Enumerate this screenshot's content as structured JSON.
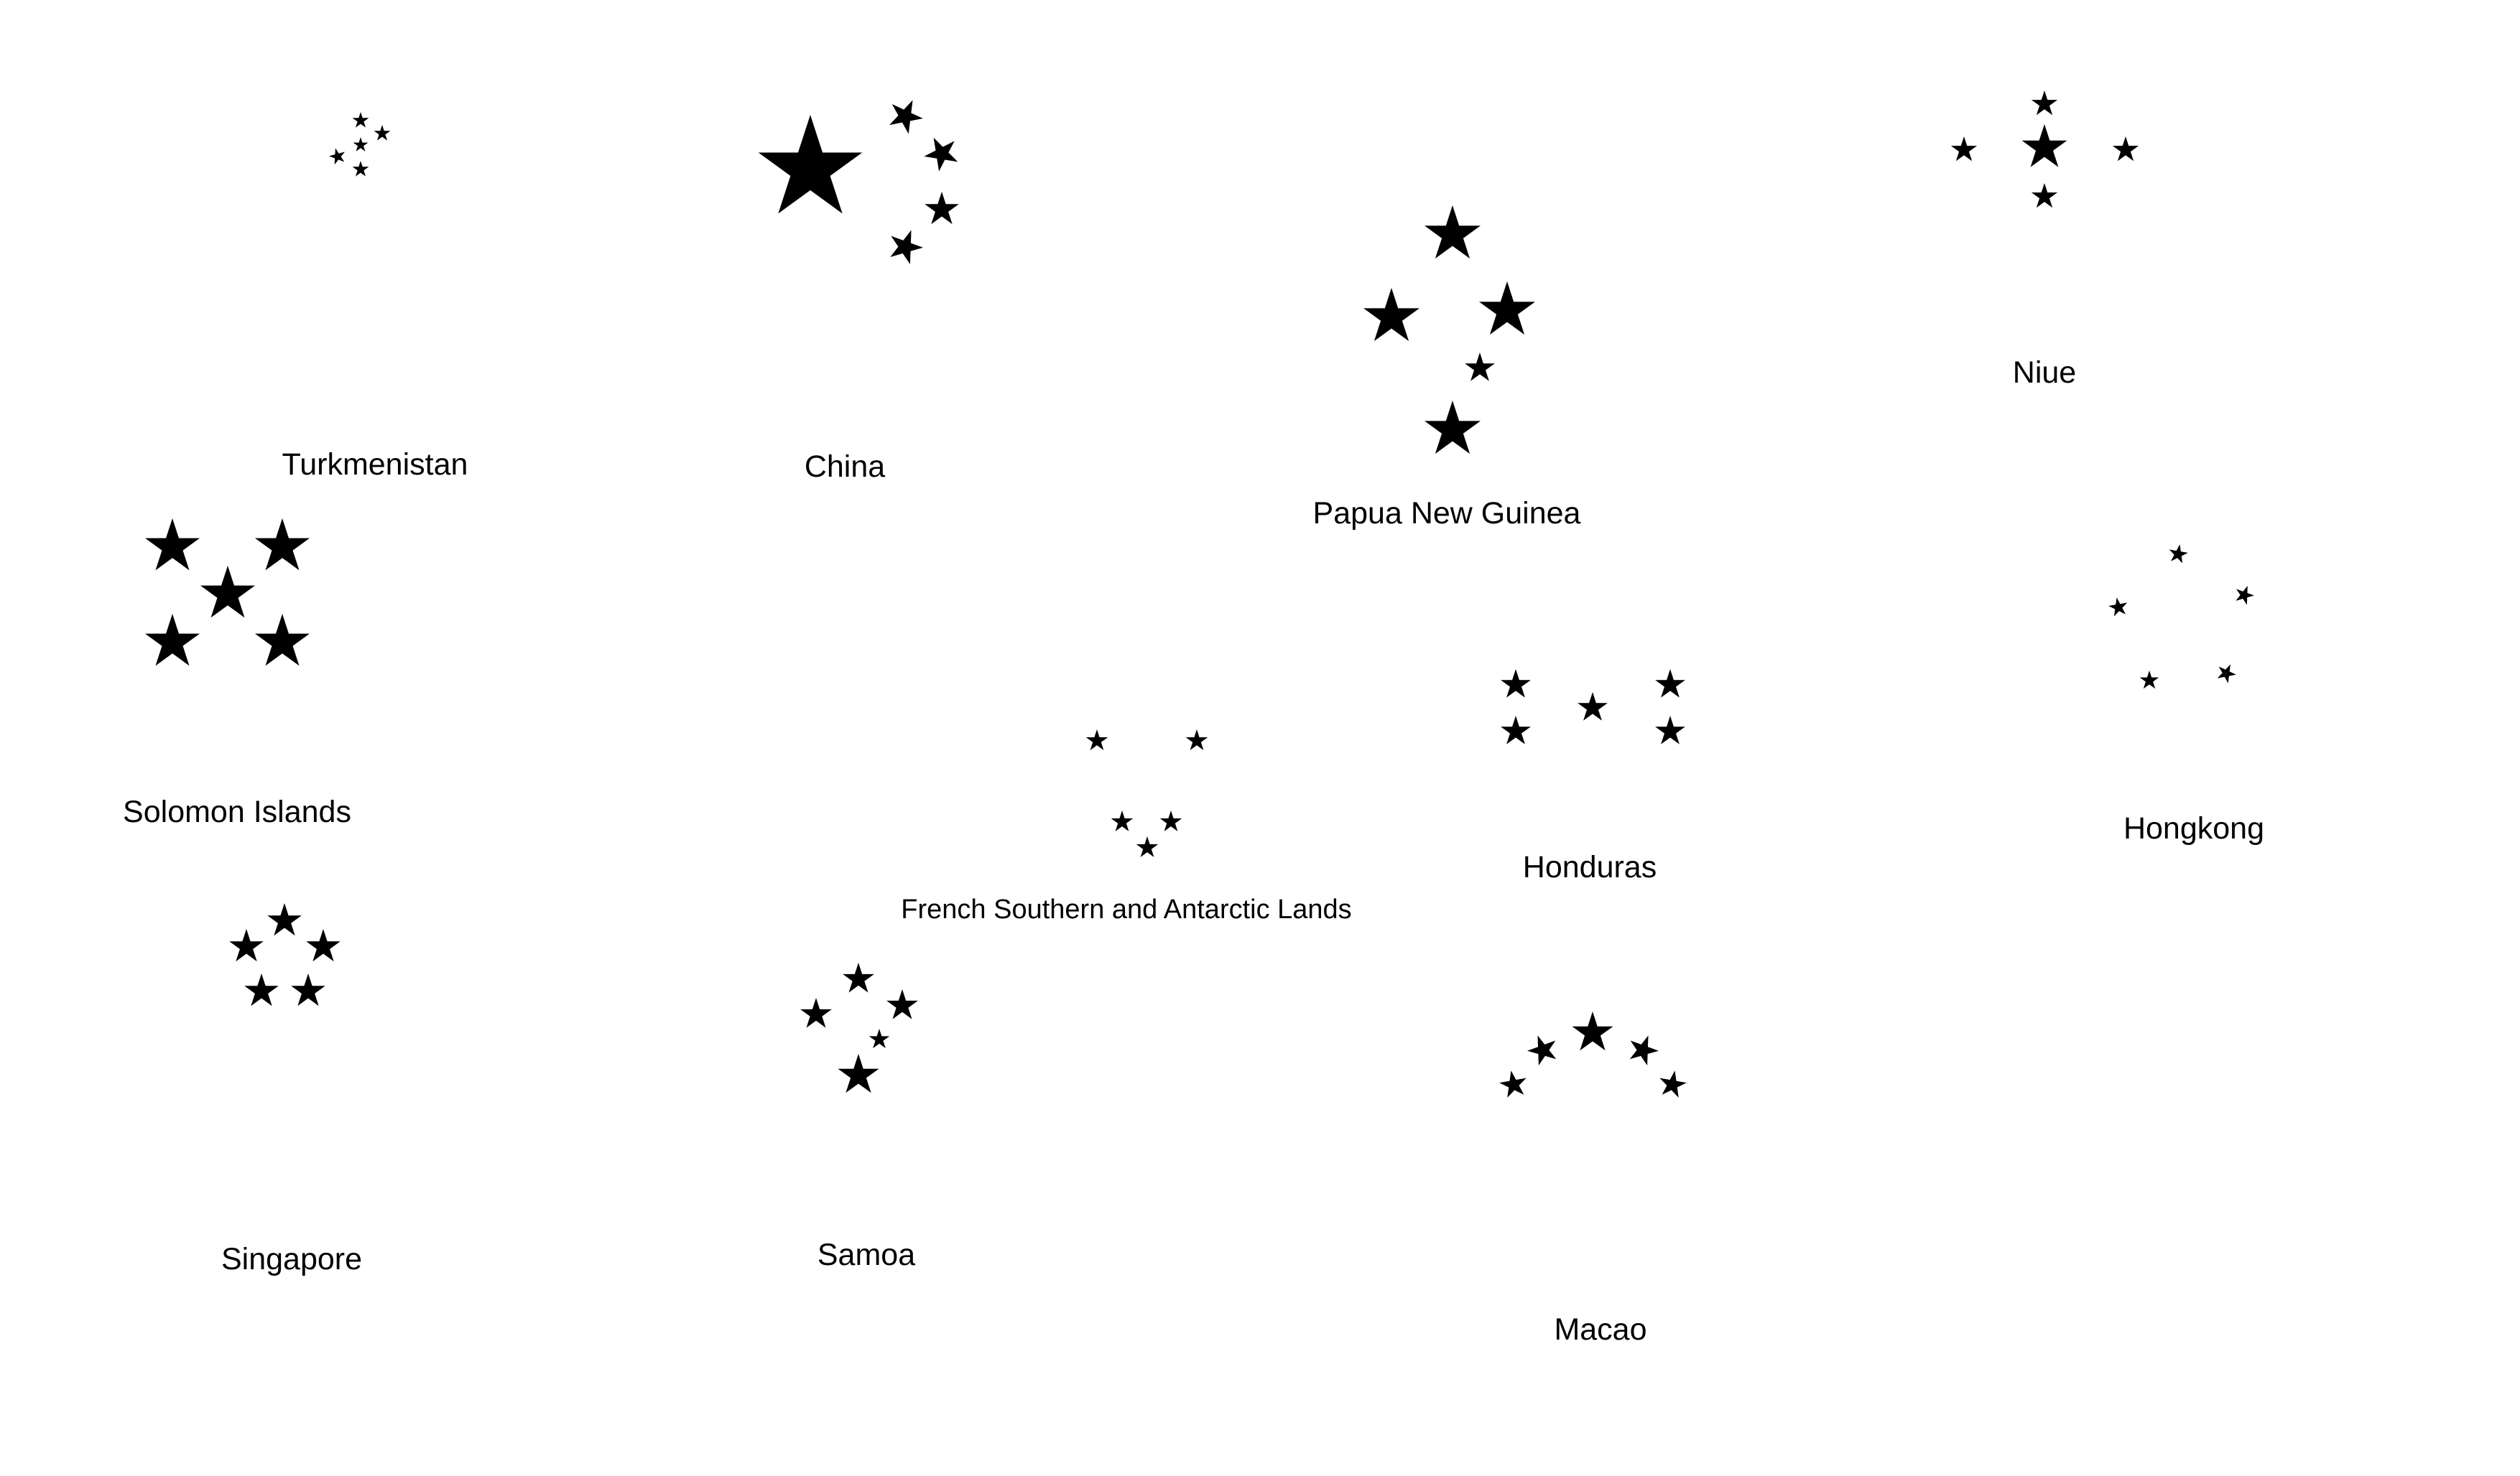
{
  "ink_color": "#000000",
  "background_color": "#ffffff",
  "groups": [
    {
      "id": "turkmenistan",
      "label": "Turkmenistan",
      "star_count": 5
    },
    {
      "id": "china",
      "label": "China",
      "star_count": 5
    },
    {
      "id": "papua-new-guinea",
      "label": "Papua New Guinea",
      "star_count": 5
    },
    {
      "id": "niue",
      "label": "Niue",
      "star_count": 5
    },
    {
      "id": "solomon-islands",
      "label": "Solomon Islands",
      "star_count": 5
    },
    {
      "id": "french-southern-and-antarctic-lands",
      "label": "French Southern and Antarctic Lands",
      "star_count": 5
    },
    {
      "id": "honduras",
      "label": "Honduras",
      "star_count": 5
    },
    {
      "id": "hongkong",
      "label": "Hongkong",
      "star_count": 5
    },
    {
      "id": "singapore",
      "label": "Singapore",
      "star_count": 5
    },
    {
      "id": "samoa",
      "label": "Samoa",
      "star_count": 5
    },
    {
      "id": "macao",
      "label": "Macao",
      "star_count": 5
    }
  ]
}
